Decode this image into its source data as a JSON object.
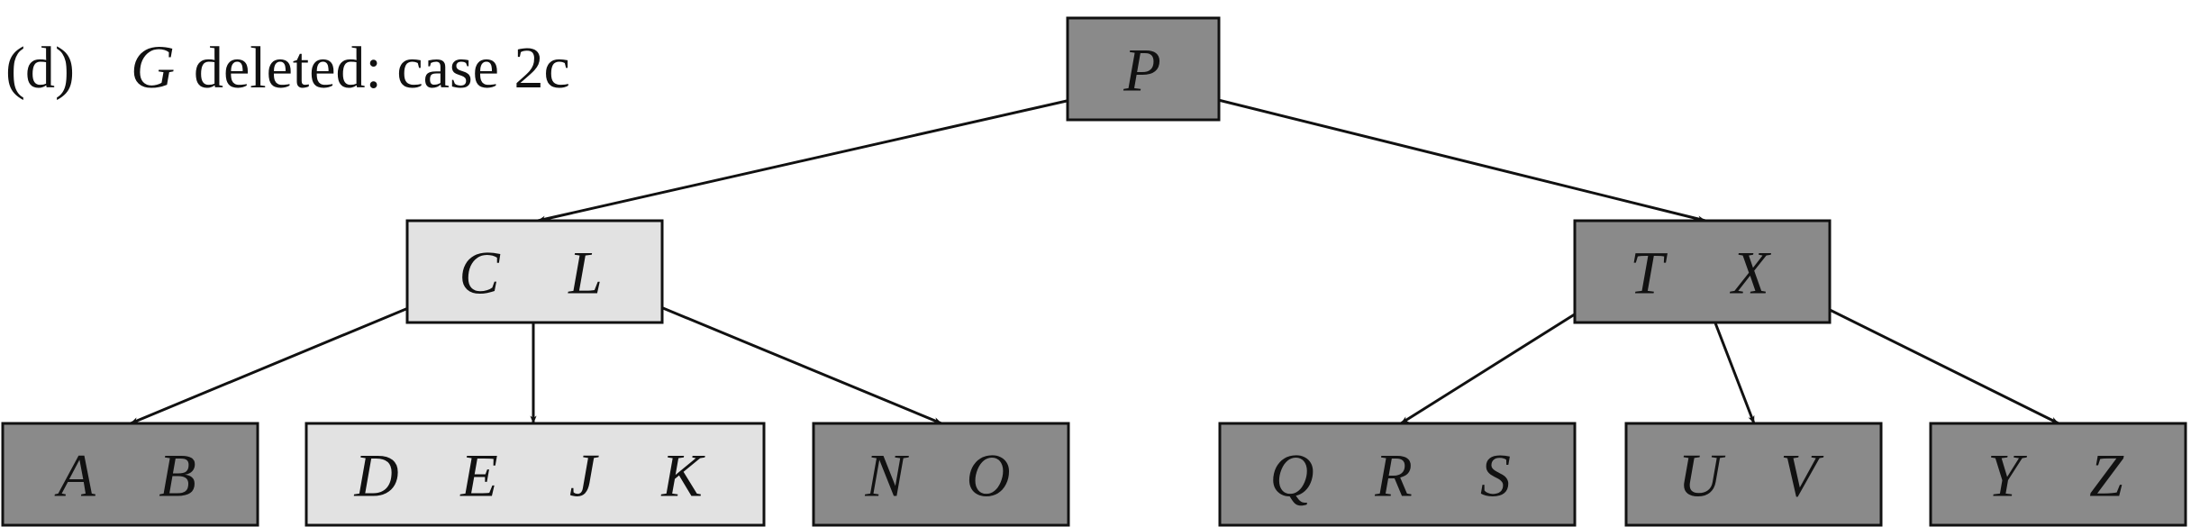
{
  "caption": {
    "tag": "(d)",
    "deleted_key": "G",
    "description": "deleted: case 2c"
  },
  "colors": {
    "dark_node": "#8a8a8a",
    "light_node": "#e2e2e2",
    "stroke": "#111111"
  },
  "nodes": [
    {
      "id": "P",
      "keys": [
        "P"
      ],
      "shade": "dark"
    },
    {
      "id": "CL",
      "keys": [
        "C",
        "L"
      ],
      "shade": "light"
    },
    {
      "id": "TX",
      "keys": [
        "T",
        "X"
      ],
      "shade": "dark"
    },
    {
      "id": "AB",
      "keys": [
        "A",
        "B"
      ],
      "shade": "dark"
    },
    {
      "id": "DEJK",
      "keys": [
        "D",
        "E",
        "J",
        "K"
      ],
      "shade": "light"
    },
    {
      "id": "NO",
      "keys": [
        "N",
        "O"
      ],
      "shade": "dark"
    },
    {
      "id": "QRS",
      "keys": [
        "Q",
        "R",
        "S"
      ],
      "shade": "dark"
    },
    {
      "id": "UV",
      "keys": [
        "U",
        "V"
      ],
      "shade": "dark"
    },
    {
      "id": "YZ",
      "keys": [
        "Y",
        "Z"
      ],
      "shade": "dark"
    }
  ],
  "edges": [
    {
      "from": "P",
      "to": "CL"
    },
    {
      "from": "P",
      "to": "TX"
    },
    {
      "from": "CL",
      "to": "AB"
    },
    {
      "from": "CL",
      "to": "DEJK"
    },
    {
      "from": "CL",
      "to": "NO"
    },
    {
      "from": "TX",
      "to": "QRS"
    },
    {
      "from": "TX",
      "to": "UV"
    },
    {
      "from": "TX",
      "to": "YZ"
    }
  ]
}
